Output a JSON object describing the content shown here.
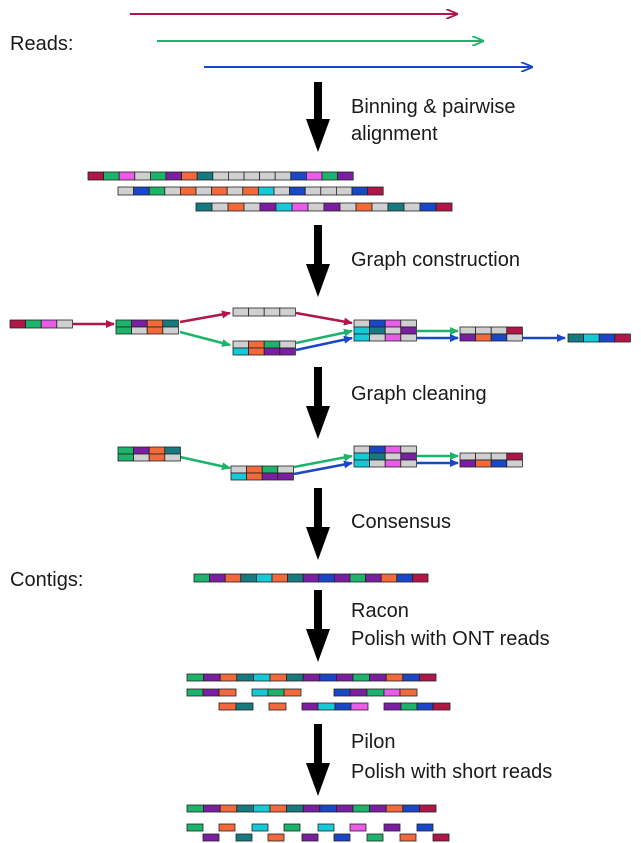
{
  "labels": {
    "reads": "Reads:",
    "contigs": "Contigs:"
  },
  "steps": [
    {
      "lines": [
        "Binning & pairwise",
        "alignment"
      ]
    },
    {
      "lines": [
        "Graph construction"
      ]
    },
    {
      "lines": [
        "Graph cleaning"
      ]
    },
    {
      "lines": [
        "Consensus"
      ]
    },
    {
      "lines": [
        "Racon",
        "Polish with ONT reads"
      ]
    },
    {
      "lines": [
        "Pilon",
        "Polish with short reads"
      ]
    }
  ],
  "colors": {
    "G": "#1db36b",
    "P": "#7b1fa2",
    "M": "#e85ce8",
    "O": "#f26a3c",
    "T": "#167a80",
    "C": "#16c9d6",
    "B": "#1a46c8",
    "R": "#b01646",
    "L": "#d0d0d0",
    "read_red": "#b01646",
    "read_green": "#1db36b",
    "read_blue": "#1a46c8",
    "edge_red": "#b01646",
    "edge_green": "#1db36b",
    "edge_blue": "#1a46c8",
    "step_arrow": "#000000"
  }
}
